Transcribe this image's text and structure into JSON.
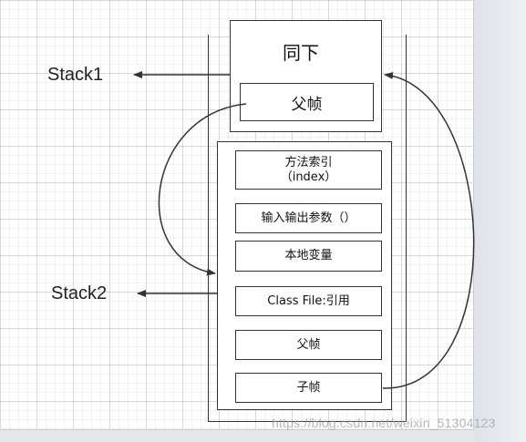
{
  "labels": {
    "stack1": "Stack1",
    "stack2": "Stack2"
  },
  "frame1": {
    "title": "同下",
    "parent_frame": "父帧"
  },
  "frame2": {
    "rows": [
      "方法索引\n（index）",
      "输入输出参数（）",
      "本地变量",
      "Class File:引用",
      "父帧",
      "子帧"
    ]
  },
  "watermark": "https://blog.csdn.net/weixin_51304123",
  "colors": {
    "line": "#333333",
    "background": "#ffffff"
  }
}
